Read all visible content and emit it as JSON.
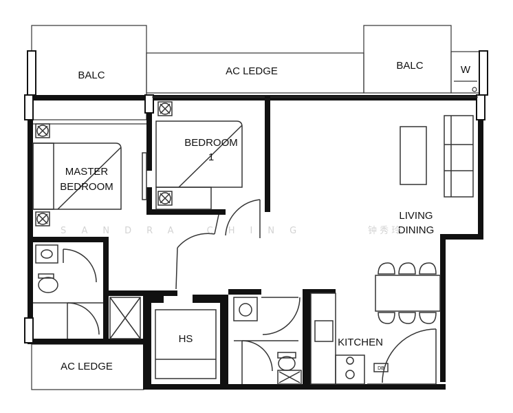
{
  "rooms": {
    "balc_left": "BALC",
    "ac_ledge_top": "AC LEDGE",
    "balc_right": "BALC",
    "w": "W",
    "bedroom1_line1": "BEDROOM",
    "bedroom1_line2": "1",
    "master_line1": "MASTER",
    "master_line2": "BEDROOM",
    "living": "LIVING",
    "dining": "DINING",
    "hs": "HS",
    "kitchen": "KITCHEN",
    "db": "DB",
    "ac_ledge_bottom": "AC LEDGE"
  },
  "watermark": {
    "text": "SANDRA CHING",
    "cjk": "钟 秀 玲"
  },
  "colors": {
    "wall": "#111111",
    "line": "#333333",
    "fixture_fill": "#ffffff",
    "watermark": "#d3d3d3"
  }
}
